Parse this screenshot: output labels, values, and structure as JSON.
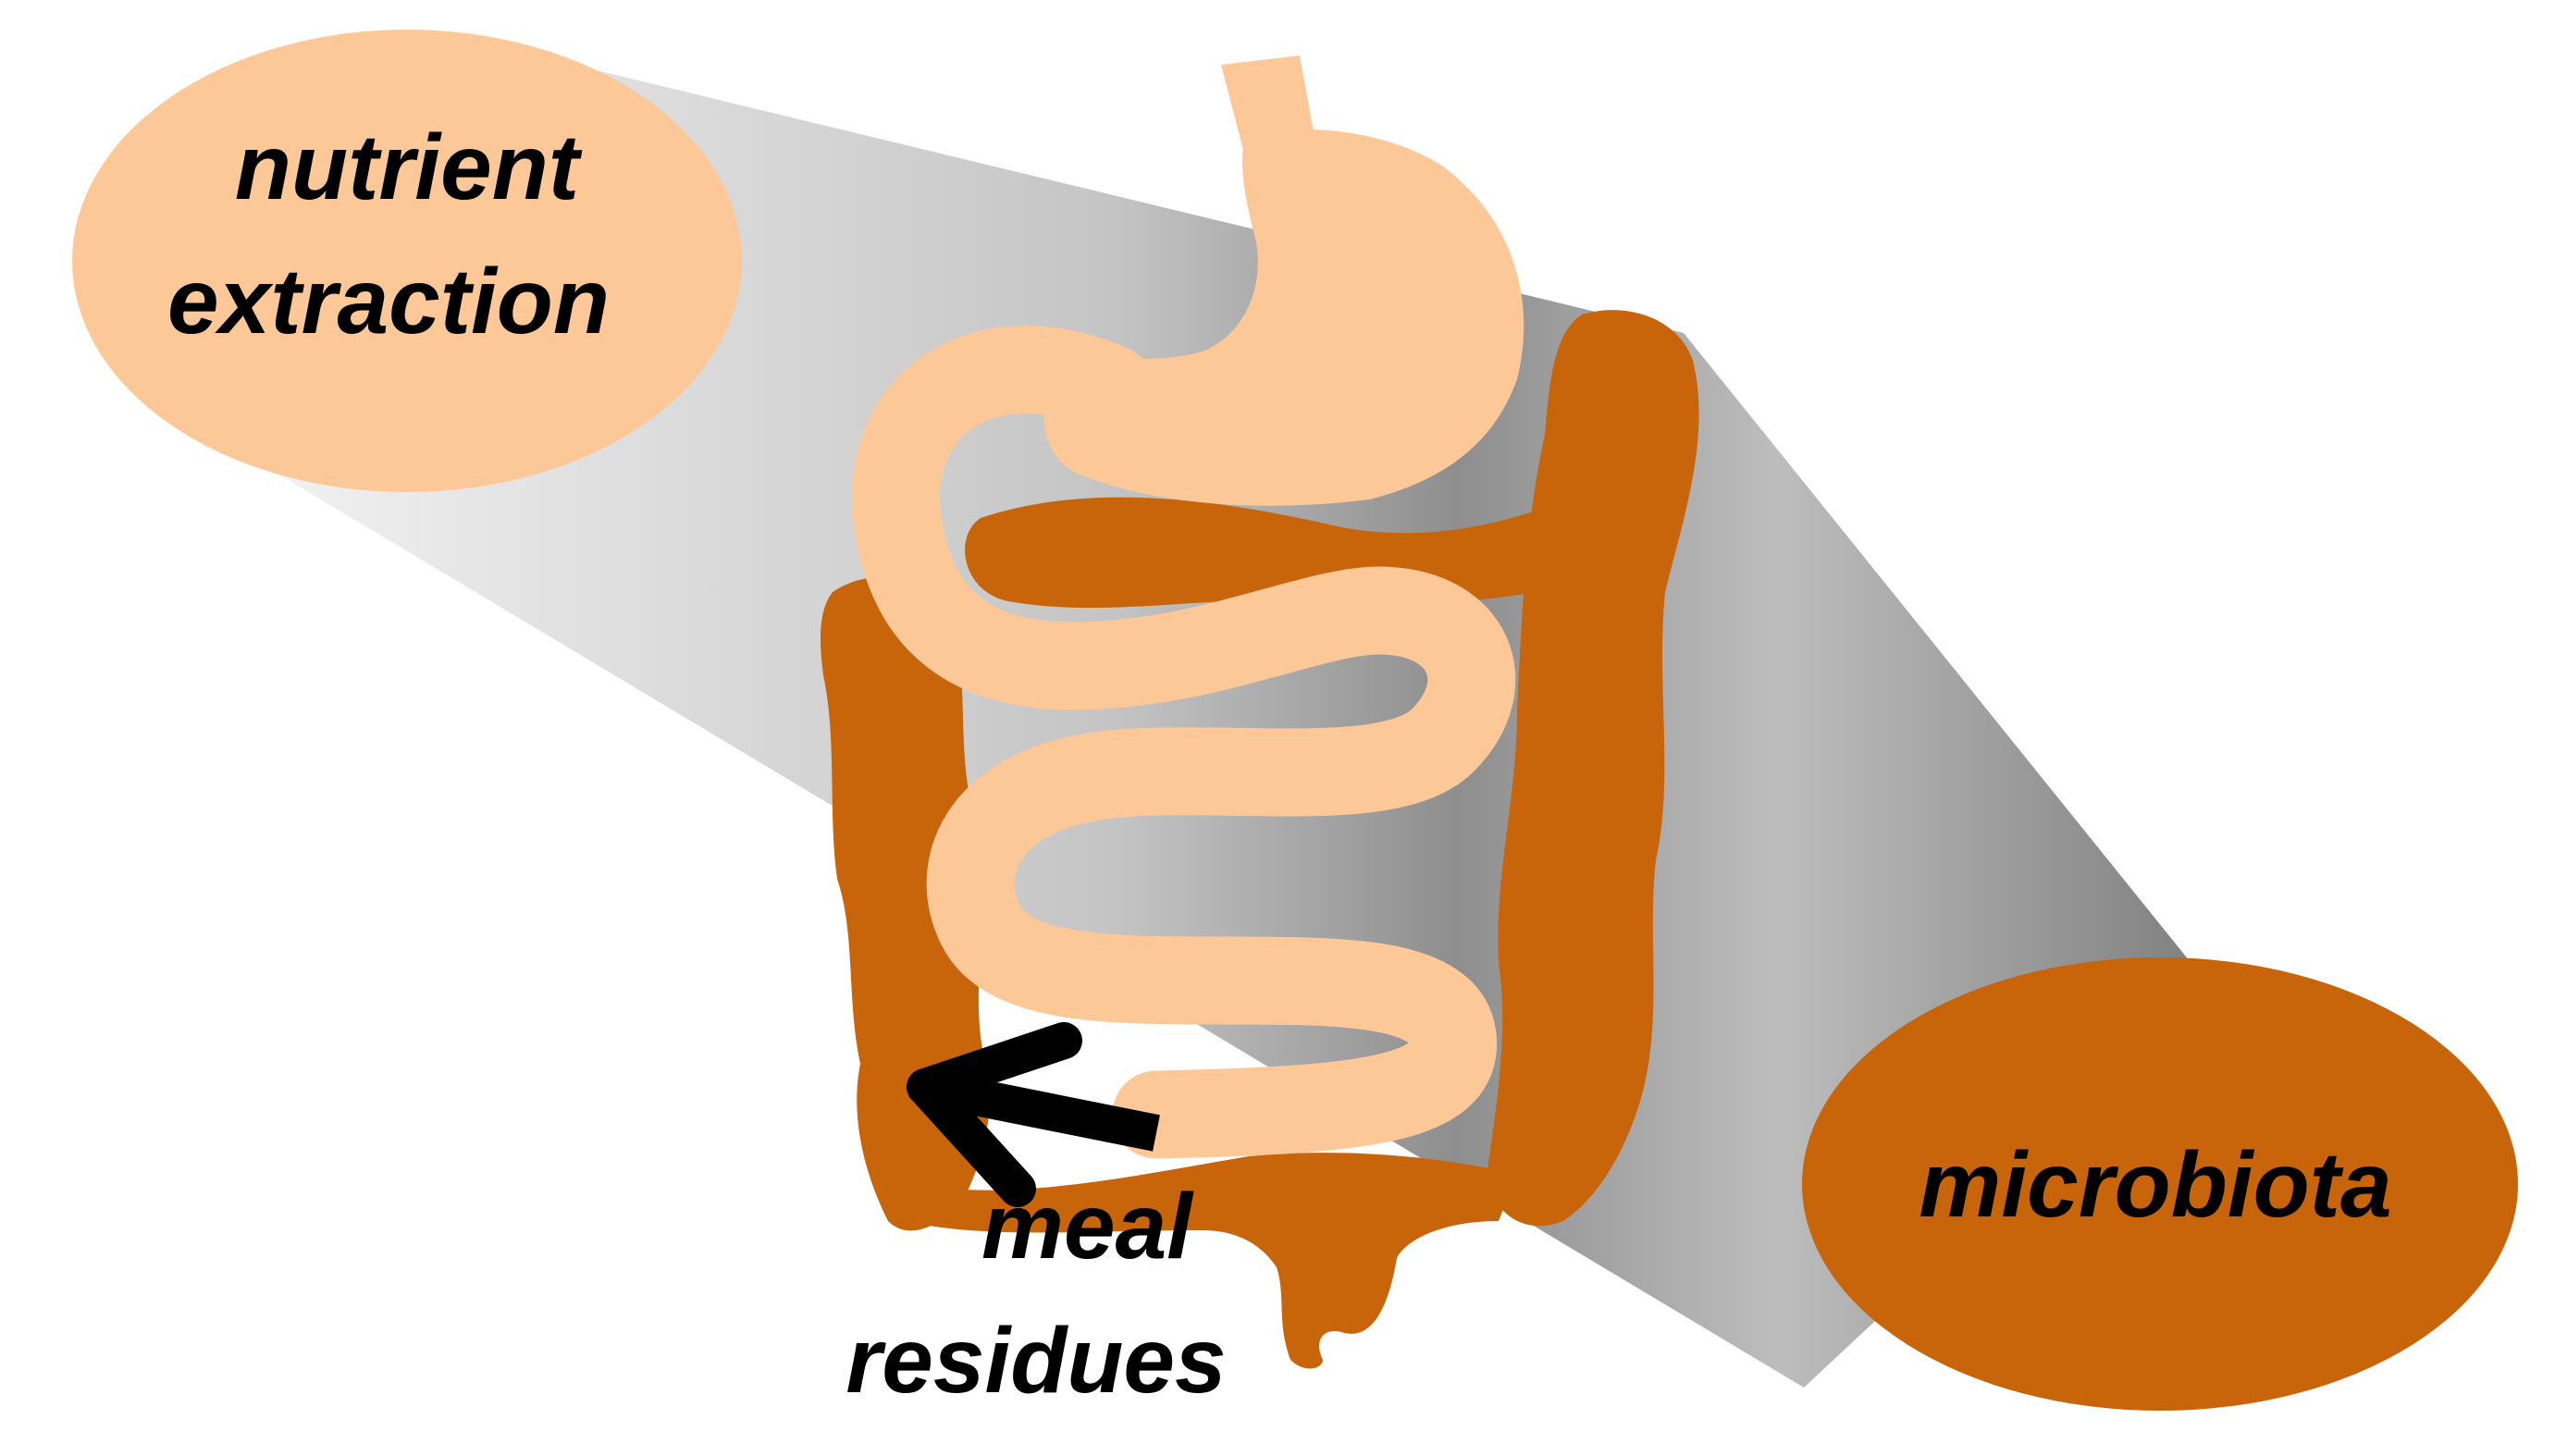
{
  "labels": {
    "nutrient_line1": "nutrient",
    "nutrient_line2": "extraction",
    "microbiota": "microbiota",
    "meal_line1": "meal",
    "meal_line2": "residues"
  },
  "colors": {
    "small_intestine": "#FCC898",
    "colon": "#C8650A",
    "arrow": "#000000",
    "beam_dark": "#8C8C8C",
    "beam_light": "#F2F2F2",
    "background": "#FFFFFF"
  },
  "icons": {
    "arrow": "arrow-left-icon",
    "organ": "digestive-tract-icon"
  }
}
